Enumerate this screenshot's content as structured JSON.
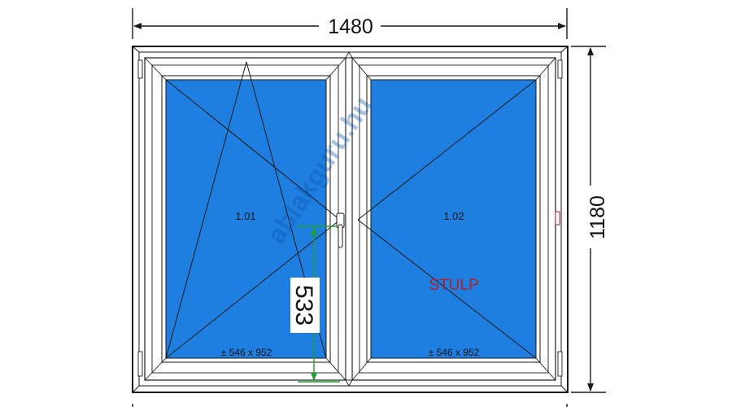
{
  "window": {
    "overall_width": "1480",
    "overall_height": "1180",
    "stulp_label": "STULP",
    "handle_height": "533",
    "watermark": "ablakguru.hu",
    "sashes": [
      {
        "id": "1.01",
        "glass_size": "± 546 x 952",
        "opening": "tilt-turn"
      },
      {
        "id": "1.02",
        "glass_size": "± 546 x 952",
        "opening": "turn"
      }
    ]
  },
  "colors": {
    "glass": "#1f7fe0",
    "frame": "#ffffff",
    "outline": "#1a1a1a",
    "stulp_text": "#b0202a",
    "handle_dimension": "#1f9e2a",
    "watermark": "#0a4fa8"
  }
}
